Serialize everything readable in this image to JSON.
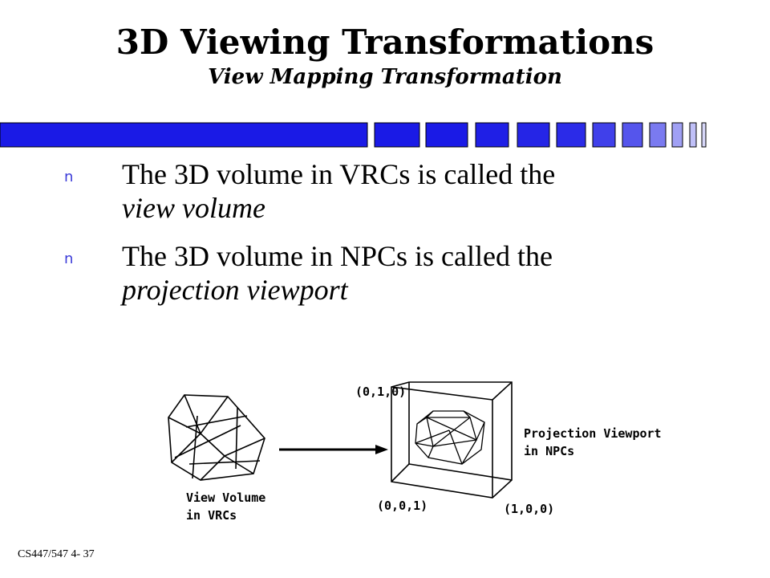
{
  "slide": {
    "title": "3D Viewing Transformations",
    "subtitle": "View Mapping Transformation",
    "bullet_glyph": "n",
    "bullets": [
      {
        "line1": "The 3D volume in VRCs is called the",
        "line2": "view volume"
      },
      {
        "line1": "The 3D volume in NPCs is called the",
        "line2": "projection viewport"
      }
    ],
    "footer": "CS447/547 4- 37"
  },
  "diagram": {
    "view_volume_label": [
      "View Volume",
      "in VRCs"
    ],
    "projection_label": [
      "Projection Viewport",
      "in NPCs"
    ],
    "coords": {
      "top": "(0,1,0)",
      "front": "(0,0,1)",
      "right": "(1,0,0)"
    }
  },
  "colors": {
    "stripe": "#1a1ae6",
    "bullet": "#3a3ad8"
  }
}
